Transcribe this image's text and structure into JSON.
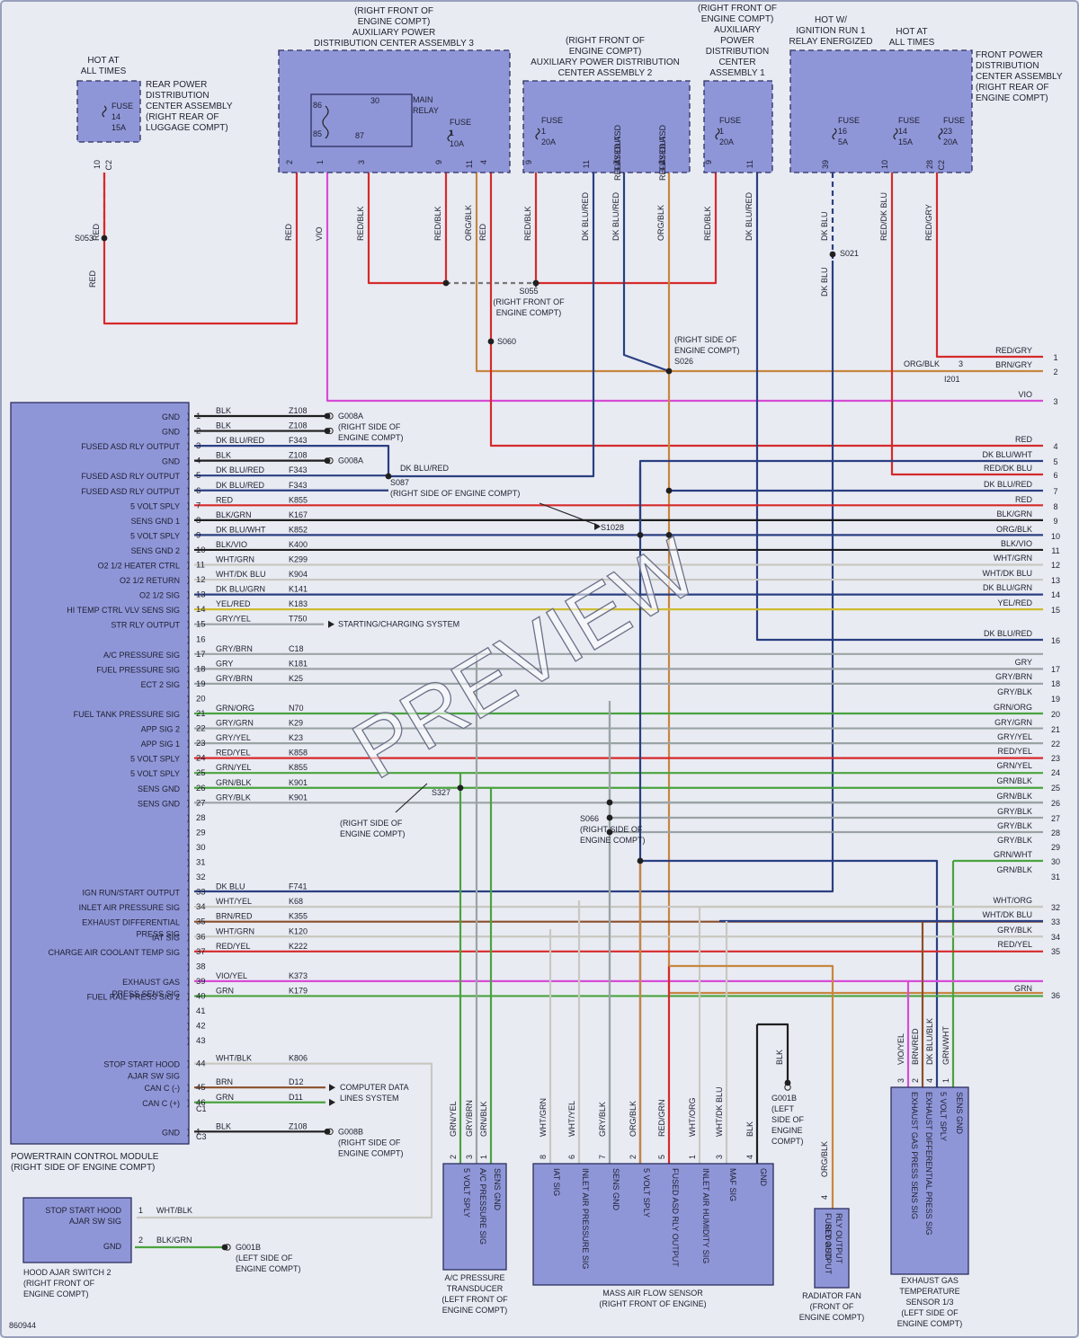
{
  "colors": {
    "red": "#d62a2a",
    "vio": "#d64cd6",
    "org": "#c8863f",
    "dkblu": "#2a3f82",
    "grn": "#4aa33e",
    "yel": "#cdbb30",
    "gry": "#9aa3a4",
    "wht": "#c8c8c0",
    "blk": "#1f1f1f",
    "brn": "#8a4f2a",
    "pnk": "#d06a8c",
    "component": "#8f96d8"
  },
  "header": {
    "rear_hot": [
      "HOT AT",
      "ALL TIMES"
    ],
    "rear_pdc": [
      "REAR POWER",
      "DISTRIBUTION",
      "CENTER ASSEMBLY",
      "(RIGHT REAR OF",
      "LUGGAGE COMPT)"
    ],
    "rear_fuse": [
      "FUSE",
      "14",
      "15A"
    ],
    "apdc3": [
      "(RIGHT FRONT OF",
      "ENGINE COMPT)",
      "AUXILIARY POWER",
      "DISTRIBUTION CENTER ASSEMBLY 3"
    ],
    "apdc2": [
      "(RIGHT FRONT OF",
      "ENGINE COMPT)",
      "AUXILIARY POWER DISTRIBUTION",
      "CENTER ASSEMBLY 2"
    ],
    "apdc1": [
      "(RIGHT FRONT OF",
      "ENGINE COMPT)",
      "AUXILIARY",
      "POWER",
      "DISTRIBUTION",
      "CENTER",
      "ASSEMBLY 1"
    ],
    "hot_ign": [
      "HOT W/",
      "IGNITION RUN 1",
      "RELAY ENERGIZED"
    ],
    "hot_all": [
      "HOT AT",
      "ALL TIMES"
    ],
    "fpdc": [
      "FRONT POWER",
      "DISTRIBUTION",
      "CENTER ASSEMBLY",
      "(RIGHT REAR OF",
      "ENGINE COMPT)"
    ],
    "main_relay": [
      "MAIN",
      "RELAY"
    ],
    "relay_pins": [
      "86",
      "85",
      "30",
      "87"
    ],
    "fuse_3": [
      "FUSE",
      "1",
      "10A"
    ],
    "fuse_2": [
      "FUSE",
      "1",
      "20A"
    ],
    "fuse_1": [
      "FUSE",
      "1",
      "20A"
    ],
    "fuse_16": [
      "FUSE",
      "16",
      "5A"
    ],
    "fuse_14": [
      "FUSE",
      "14",
      "15A"
    ],
    "fuse_23": [
      "FUSE",
      "23",
      "20A"
    ],
    "fused_asd_1": [
      "FUSED ASD",
      "RELAY OUT"
    ],
    "fused_asd_2": [
      "FUSED ASD",
      "RELAY OUT"
    ]
  },
  "top_wires": [
    {
      "pin": "10",
      "conn": "C2",
      "color": "RED"
    },
    {
      "pin": "2",
      "color": "RED"
    },
    {
      "pin": "1",
      "color": "VIO"
    },
    {
      "pin": "3",
      "color": "RED/BLK"
    },
    {
      "pin": "9",
      "color": "RED/BLK"
    },
    {
      "pin": "11",
      "color": "ORG/BLK"
    },
    {
      "pin": "4",
      "color": "RED"
    },
    {
      "pin": "9",
      "color": "RED/BLK"
    },
    {
      "pin": "11",
      "color": "DK BLU/RED"
    },
    {
      "pin": "7",
      "color": "DK BLU/RED"
    },
    {
      "pin": "2",
      "color": "ORG/BLK"
    },
    {
      "pin": "9",
      "color": "RED/BLK"
    },
    {
      "pin": "11",
      "color": "DK BLU/RED"
    },
    {
      "pin": "39",
      "color": "DK BLU"
    },
    {
      "pin": "10",
      "color": "RED/DK BLU"
    },
    {
      "pin": "28",
      "conn": "C2",
      "color": "RED/GRY"
    }
  ],
  "splices": {
    "s053": "S053",
    "s021": "S021",
    "s055": [
      "S055",
      "(RIGHT FRONT OF",
      "ENGINE COMPT)"
    ],
    "s060": "S060",
    "s026": [
      "(RIGHT SIDE OF",
      "ENGINE COMPT)",
      "S026"
    ],
    "s087": [
      "S087",
      "(RIGHT SIDE OF ENGINE COMPT)"
    ],
    "dkblured": "DK BLU/RED",
    "s1028": "S1028",
    "s327": [
      "S327",
      "(RIGHT SIDE OF",
      "ENGINE COMPT)"
    ],
    "s066": [
      "S066",
      "(RIGHT SIDE OF",
      "ENGINE COMPT)"
    ],
    "g008a_1": [
      "G008A",
      "(RIGHT SIDE OF",
      "ENGINE COMPT)"
    ],
    "g008a_2": "G008A",
    "i201": "I201",
    "i201_pin": "3",
    "i201_color": "ORG/BLK"
  },
  "pcm": {
    "title": [
      "POWERTRAIN CONTROL MODULE",
      "(RIGHT SIDE OF ENGINE COMPT)"
    ],
    "c1": "C1",
    "c3": "C3",
    "rows": [
      {
        "name": "GND",
        "pin": "1",
        "color": "BLK",
        "circuit": "Z108"
      },
      {
        "name": "GND",
        "pin": "2",
        "color": "BLK",
        "circuit": "Z108"
      },
      {
        "name": "FUSED ASD RLY OUTPUT",
        "pin": "3",
        "color": "DK BLU/RED",
        "circuit": "F343"
      },
      {
        "name": "GND",
        "pin": "4",
        "color": "BLK",
        "circuit": "Z108"
      },
      {
        "name": "FUSED ASD RLY OUTPUT",
        "pin": "5",
        "color": "DK BLU/RED",
        "circuit": "F343"
      },
      {
        "name": "FUSED ASD RLY OUTPUT",
        "pin": "6",
        "color": "DK BLU/RED",
        "circuit": "F343"
      },
      {
        "name": "5 VOLT SPLY",
        "pin": "7",
        "color": "RED",
        "circuit": "K855"
      },
      {
        "name": "SENS GND 1",
        "pin": "8",
        "color": "BLK/GRN",
        "circuit": "K167"
      },
      {
        "name": "5 VOLT SPLY",
        "pin": "9",
        "color": "DK BLU/WHT",
        "circuit": "K852"
      },
      {
        "name": "SENS GND 2",
        "pin": "10",
        "color": "BLK/VIO",
        "circuit": "K400"
      },
      {
        "name": "O2 1/2 HEATER CTRL",
        "pin": "11",
        "color": "WHT/GRN",
        "circuit": "K299"
      },
      {
        "name": "O2 1/2 RETURN",
        "pin": "12",
        "color": "WHT/DK BLU",
        "circuit": "K904"
      },
      {
        "name": "O2 1/2 SIG",
        "pin": "13",
        "color": "DK BLU/GRN",
        "circuit": "K141"
      },
      {
        "name": "HI TEMP CTRL VLV SENS SIG",
        "pin": "14",
        "color": "YEL/RED",
        "circuit": "K183"
      },
      {
        "name": "STR RLY OUTPUT",
        "pin": "15",
        "color": "GRY/YEL",
        "circuit": "T750"
      },
      {
        "name": "",
        "pin": "16",
        "color": "",
        "circuit": ""
      },
      {
        "name": "A/C PRESSURE SIG",
        "pin": "17",
        "color": "GRY/BRN",
        "circuit": "C18"
      },
      {
        "name": "FUEL PRESSURE SIG",
        "pin": "18",
        "color": "GRY",
        "circuit": "K181"
      },
      {
        "name": "ECT 2 SIG",
        "pin": "19",
        "color": "GRY/BRN",
        "circuit": "K25"
      },
      {
        "name": "",
        "pin": "20",
        "color": "",
        "circuit": ""
      },
      {
        "name": "FUEL TANK PRESSURE SIG",
        "pin": "21",
        "color": "GRN/ORG",
        "circuit": "N70"
      },
      {
        "name": "APP SIG 2",
        "pin": "22",
        "color": "GRY/GRN",
        "circuit": "K29"
      },
      {
        "name": "APP SIG 1",
        "pin": "23",
        "color": "GRY/YEL",
        "circuit": "K23"
      },
      {
        "name": "5 VOLT SPLY",
        "pin": "24",
        "color": "RED/YEL",
        "circuit": "K858"
      },
      {
        "name": "5 VOLT SPLY",
        "pin": "25",
        "color": "GRN/YEL",
        "circuit": "K855"
      },
      {
        "name": "SENS GND",
        "pin": "26",
        "color": "GRN/BLK",
        "circuit": "K901"
      },
      {
        "name": "SENS GND",
        "pin": "27",
        "color": "GRY/BLK",
        "circuit": "K901"
      },
      {
        "name": "",
        "pin": "28",
        "color": "",
        "circuit": ""
      },
      {
        "name": "",
        "pin": "29",
        "color": "",
        "circuit": ""
      },
      {
        "name": "",
        "pin": "30",
        "color": "",
        "circuit": ""
      },
      {
        "name": "",
        "pin": "31",
        "color": "",
        "circuit": ""
      },
      {
        "name": "",
        "pin": "32",
        "color": "",
        "circuit": ""
      },
      {
        "name": "IGN RUN/START OUTPUT",
        "pin": "33",
        "color": "DK BLU",
        "circuit": "F741"
      },
      {
        "name": "INLET AIR PRESSURE SIG",
        "pin": "34",
        "color": "WHT/YEL",
        "circuit": "K68"
      },
      {
        "name": "EXHAUST DIFFERENTIAL",
        "pin": "35",
        "color": "BRN/RED",
        "circuit": "K355"
      },
      {
        "name": "IAT SIG",
        "pin": "36",
        "color": "WHT/GRN",
        "circuit": "K120"
      },
      {
        "name": "CHARGE AIR COOLANT TEMP SIG",
        "pin": "37",
        "color": "RED/YEL",
        "circuit": "K222"
      },
      {
        "name": "",
        "pin": "38",
        "color": "",
        "circuit": ""
      },
      {
        "name": "EXHAUST GAS",
        "pin": "39",
        "color": "VIO/YEL",
        "circuit": "K373"
      },
      {
        "name": "FUEL RAIL PRESS SIG 2",
        "pin": "40",
        "color": "GRN",
        "circuit": "K179"
      },
      {
        "name": "",
        "pin": "41",
        "color": "",
        "circuit": ""
      },
      {
        "name": "",
        "pin": "42",
        "color": "",
        "circuit": ""
      },
      {
        "name": "",
        "pin": "43",
        "color": "",
        "circuit": ""
      },
      {
        "name": "STOP START HOOD",
        "pin": "44",
        "color": "WHT/BLK",
        "circuit": "K806"
      },
      {
        "name": "CAN C (-)",
        "pin": "45",
        "color": "BRN",
        "circuit": "D12"
      },
      {
        "name": "CAN C (+)",
        "pin": "46",
        "color": "GRN",
        "circuit": "D11"
      },
      {
        "name": "GND",
        "pin": "1",
        "color": "BLK",
        "circuit": "Z108"
      }
    ],
    "name_cont": {
      "35": "PRESS SIG",
      "39": "PRESS SENS SIG",
      "44": "AJAR SW SIG"
    }
  },
  "right_outputs": [
    {
      "num": "1",
      "color": "RED/GRY"
    },
    {
      "num": "2",
      "color": "BRN/GRY"
    },
    {
      "num": "3",
      "color": "VIO"
    },
    {
      "num": "4",
      "color": "RED"
    },
    {
      "num": "5",
      "color": "DK BLU/WHT"
    },
    {
      "num": "6",
      "color": "RED/DK BLU"
    },
    {
      "num": "7",
      "color": "DK BLU/RED"
    },
    {
      "num": "8",
      "color": "RED"
    },
    {
      "num": "9",
      "color": "BLK/GRN"
    },
    {
      "num": "10",
      "color": "ORG/BLK"
    },
    {
      "num": "11",
      "color": "BLK/VIO"
    },
    {
      "num": "12",
      "color": "WHT/GRN"
    },
    {
      "num": "13",
      "color": "WHT/DK BLU"
    },
    {
      "num": "14",
      "color": "DK BLU/GRN"
    },
    {
      "num": "15",
      "color": "YEL/RED"
    },
    {
      "num": "16",
      "color": "DK BLU/RED"
    },
    {
      "num": "17",
      "color": "GRY"
    },
    {
      "num": "18",
      "color": "GRY/BRN"
    },
    {
      "num": "19",
      "color": "GRY/BLK"
    },
    {
      "num": "20",
      "color": "GRN/ORG"
    },
    {
      "num": "21",
      "color": "GRY/GRN"
    },
    {
      "num": "22",
      "color": "GRY/YEL"
    },
    {
      "num": "23",
      "color": "RED/YEL"
    },
    {
      "num": "24",
      "color": "GRN/YEL"
    },
    {
      "num": "25",
      "color": "GRN/BLK"
    },
    {
      "num": "26",
      "color": "GRN/BLK"
    },
    {
      "num": "27",
      "color": "GRY/BLK"
    },
    {
      "num": "28",
      "color": "GRY/BLK"
    },
    {
      "num": "29",
      "color": "GRY/BLK"
    },
    {
      "num": "30",
      "color": "GRN/WHT"
    },
    {
      "num": "31",
      "color": "GRN/BLK"
    },
    {
      "num": "32",
      "color": "WHT/ORG"
    },
    {
      "num": "33",
      "color": "WHT/DK BLU"
    },
    {
      "num": "34",
      "color": "GRY/BLK"
    },
    {
      "num": "35",
      "color": "RED/YEL"
    },
    {
      "num": "36",
      "color": "GRN"
    }
  ],
  "notes": {
    "starting": "STARTING/CHARGING SYSTEM",
    "computer": [
      "COMPUTER DATA",
      "LINES SYSTEM"
    ],
    "g008b": [
      "G008B",
      "(RIGHT SIDE OF",
      "ENGINE COMPT)"
    ],
    "g001b_top": [
      "G001B",
      "(LEFT",
      "SIDE OF",
      "ENGINE",
      "COMPT)"
    ],
    "g001b_bot": [
      "G001B",
      "(LEFT SIDE OF",
      "ENGINE COMPT)"
    ],
    "blk": "BLK"
  },
  "hood": {
    "pin1_name": "STOP START HOOD",
    "pin1_name2": "AJAR SW SIG",
    "pin1": "1",
    "pin1_color": "WHT/BLK",
    "pin2_name": "GND",
    "pin2": "2",
    "pin2_color": "BLK/GRN",
    "title": [
      "HOOD AJAR SWITCH 2",
      "(RIGHT FRONT OF",
      "ENGINE COMPT)"
    ]
  },
  "acp": {
    "pins": [
      {
        "pin": "2",
        "name": "5 VOLT SPLY",
        "color": "GRN/YEL"
      },
      {
        "pin": "3",
        "name": "A/C PRESSURE SIG",
        "color": "GRY/BRN"
      },
      {
        "pin": "1",
        "name": "SENS GND",
        "color": "GRN/BLK"
      }
    ],
    "title": [
      "A/C PRESSURE",
      "TRANSDUCER",
      "(LEFT FRONT OF",
      "ENGINE COMPT)"
    ]
  },
  "maf": {
    "pins": [
      {
        "pin": "8",
        "name": "IAT SIG",
        "color": "WHT/GRN"
      },
      {
        "pin": "6",
        "name": "INLET AIR PRESSURE SIG",
        "color": "WHT/YEL"
      },
      {
        "pin": "7",
        "name": "SENS GND",
        "color": "GRY/BLK"
      },
      {
        "pin": "2",
        "name": "5 VOLT SPLY",
        "color": "ORG/BLK"
      },
      {
        "pin": "5",
        "name": "FUSED ASD RLY OUTPUT",
        "color": "RED/GRN"
      },
      {
        "pin": "1",
        "name": "INLET AIR HUMIDITY SIG",
        "color": "WHT/ORG"
      },
      {
        "pin": "3",
        "name": "MAF SIG",
        "color": "WHT/DK BLU"
      },
      {
        "pin": "4",
        "name": "GND",
        "color": "BLK"
      }
    ],
    "title": [
      "MASS AIR FLOW SENSOR",
      "(RIGHT FRONT OF ENGINE)"
    ]
  },
  "fan": {
    "pin": "4",
    "color": "ORG/BLK",
    "name": [
      "FUSED ASD",
      "RLY OUTPUT"
    ],
    "title": [
      "RADIATOR FAN",
      "(FRONT OF",
      "ENGINE COMPT)"
    ]
  },
  "egt": {
    "pins": [
      {
        "pin": "3",
        "name": "EXHAUST GAS PRESS SENS SIG",
        "color": "VIO/YEL"
      },
      {
        "pin": "2",
        "name": "EXHAUST DIFFERENTIAL PRESS SIG",
        "color": "BRN/RED"
      },
      {
        "pin": "4",
        "name": "5 VOLT SPLY",
        "color": "DK BLU/BLK"
      },
      {
        "pin": "1",
        "name": "SENS GND",
        "color": "GRN/WHT"
      }
    ],
    "title": [
      "EXHAUST GAS",
      "TEMPERATURE",
      "SENSOR 1/3",
      "(LEFT SIDE OF",
      "ENGINE COMPT)"
    ]
  },
  "figure_id": "860944",
  "watermark": "PREVIEW"
}
